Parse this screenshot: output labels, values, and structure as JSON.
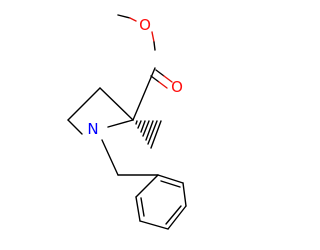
{
  "structure": {
    "atoms": {
      "nitrogen": {
        "symbol": "N",
        "color": "#0000ff"
      },
      "ester_o_single": {
        "symbol": "O",
        "color": "#ff0d0d"
      },
      "ester_o_double": {
        "symbol": "O",
        "color": "#ff0d0d"
      }
    },
    "bond_color": "#000000"
  }
}
